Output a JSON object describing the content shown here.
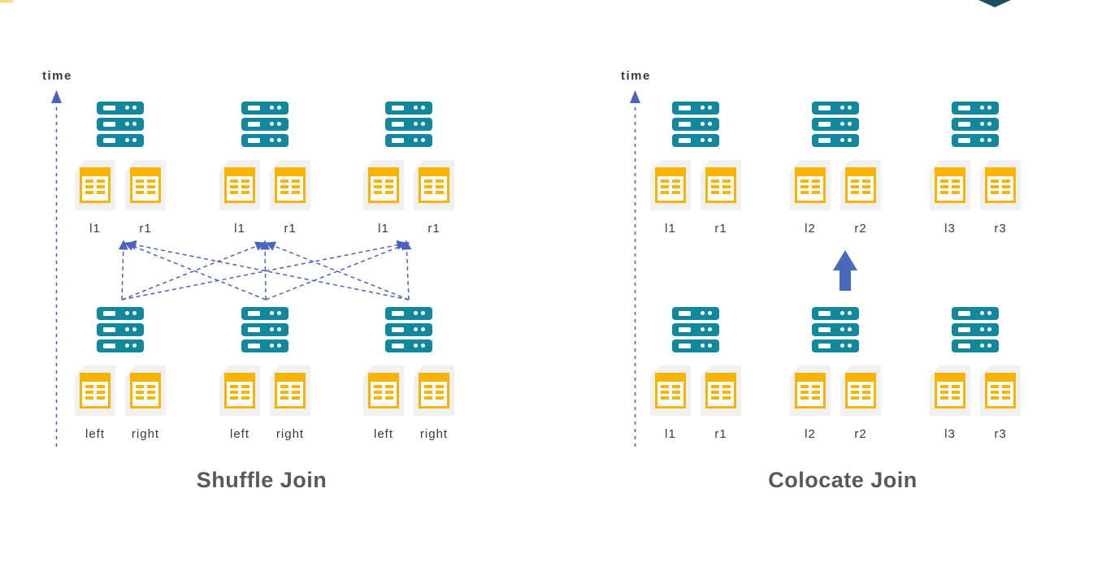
{
  "colors": {
    "teal": "#11889B",
    "yellow": "#F9B403",
    "page-gray": "#F1F1F2",
    "arrow-blue": "#4C63BE",
    "solid-arrow": "#4A69BD",
    "title-gray": "#58595B",
    "text-dark": "#3A3A3C",
    "corner-yellow": "#F8D878",
    "corner-teal": "#1B4F5F"
  },
  "icons": {
    "server_stack": "three stacked teal server units, each with slot bar and two dots",
    "table_file": "gray page with folded corner containing yellow data table grid",
    "up_arrow": "solid blue upward arrow",
    "shuffle_arrows": "nine dashed blue arrows crossing from each lower node to every upper node",
    "time_axis": "dashed blue vertical arrow pointing up"
  },
  "panels": {
    "shuffle": {
      "time_label": "time",
      "title": "Shuffle Join",
      "top_groups": [
        {
          "left": "l1",
          "right": "r1"
        },
        {
          "left": "l1",
          "right": "r1"
        },
        {
          "left": "l1",
          "right": "r1"
        }
      ],
      "bottom_groups": [
        {
          "left": "left",
          "right": "right"
        },
        {
          "left": "left",
          "right": "right"
        },
        {
          "left": "left",
          "right": "right"
        }
      ]
    },
    "colocate": {
      "time_label": "time",
      "title": "Colocate Join",
      "top_groups": [
        {
          "left": "l1",
          "right": "r1"
        },
        {
          "left": "l2",
          "right": "r2"
        },
        {
          "left": "l3",
          "right": "r3"
        }
      ],
      "bottom_groups": [
        {
          "left": "l1",
          "right": "r1"
        },
        {
          "left": "l2",
          "right": "r2"
        },
        {
          "left": "l3",
          "right": "r3"
        }
      ]
    }
  }
}
